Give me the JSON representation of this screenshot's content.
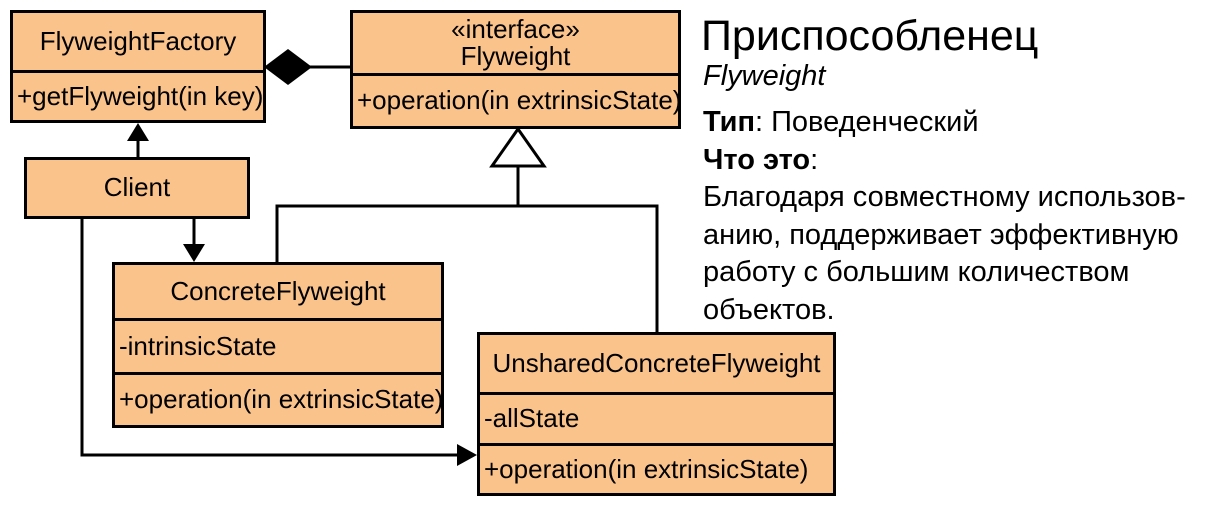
{
  "diagram": {
    "classes": {
      "flyweight_factory": {
        "name": "FlyweightFactory",
        "methods": [
          "+getFlyweight(in key)"
        ]
      },
      "flyweight_interface": {
        "stereotype": "«interface»",
        "name": "Flyweight",
        "methods": [
          "+operation(in extrinsicState)"
        ]
      },
      "client": {
        "name": "Client"
      },
      "concrete_flyweight": {
        "name": "ConcreteFlyweight",
        "attributes": [
          "-intrinsicState"
        ],
        "methods": [
          "+operation(in extrinsicState)"
        ]
      },
      "unshared_concrete_flyweight": {
        "name": "UnsharedConcreteFlyweight",
        "attributes": [
          "-allState"
        ],
        "methods": [
          "+operation(in extrinsicState)"
        ]
      }
    },
    "relations": [
      "FlyweightFactory aggregates Flyweight (filled diamond)",
      "ConcreteFlyweight realizes Flyweight (hollow triangle)",
      "UnsharedConcreteFlyweight realizes Flyweight (hollow triangle)",
      "Client points to FlyweightFactory (solid arrow)",
      "Client points to ConcreteFlyweight (solid arrow)",
      "Client points to UnsharedConcreteFlyweight (solid arrow)"
    ],
    "colors": {
      "box_fill": "#FAC38C",
      "line": "#000000",
      "background": "#FFFFFF"
    }
  },
  "info_panel": {
    "title": "Приспособленец",
    "subtitle": "Flyweight",
    "type_label": "Тип",
    "type_value": ": Поведенческий",
    "what_label": "Что это",
    "what_colon": ":",
    "description_lines": [
      "Благодаря совместному использов-",
      "анию, поддерживает эффективную",
      "работу с большим количеством",
      "объектов."
    ]
  }
}
